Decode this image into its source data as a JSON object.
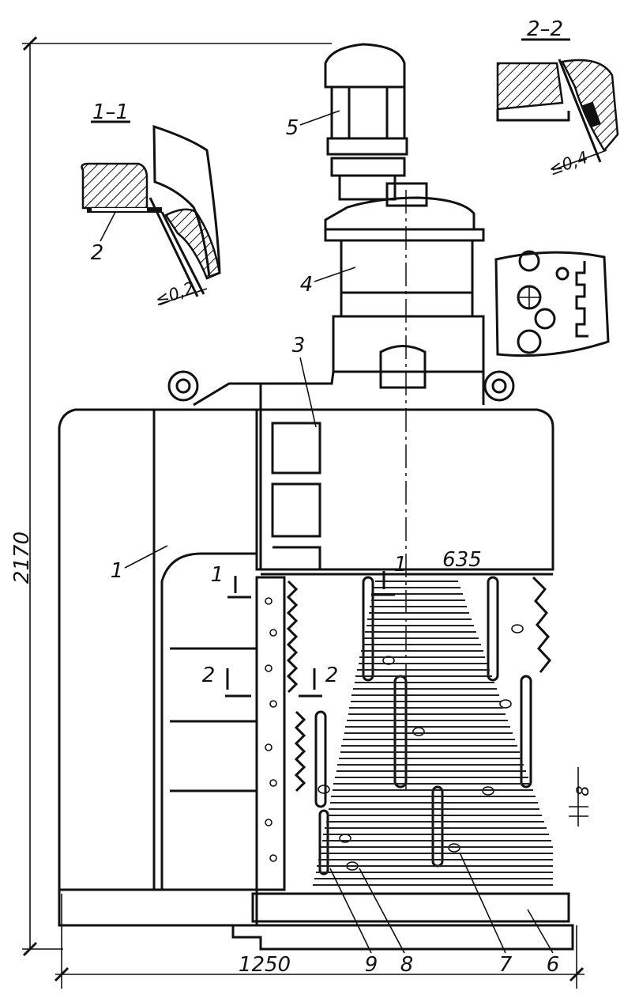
{
  "labels": {
    "part1": "1",
    "part2": "2",
    "part3": "3",
    "part4": "4",
    "part5": "5",
    "part6": "6",
    "part7": "7",
    "part8": "8",
    "part9": "9"
  },
  "sections": {
    "s11_title": "1–1",
    "s22_title": "2–2",
    "s11_mark_left": "1",
    "s11_mark_right": "1",
    "s22_mark_left": "2",
    "s22_mark_right": "2"
  },
  "dimensions": {
    "total_height": "2170",
    "total_width": "1250",
    "gap_width": "635",
    "tooth_gap": "8",
    "clearance_1": "≤0,2",
    "clearance_2": "≤0,4"
  }
}
